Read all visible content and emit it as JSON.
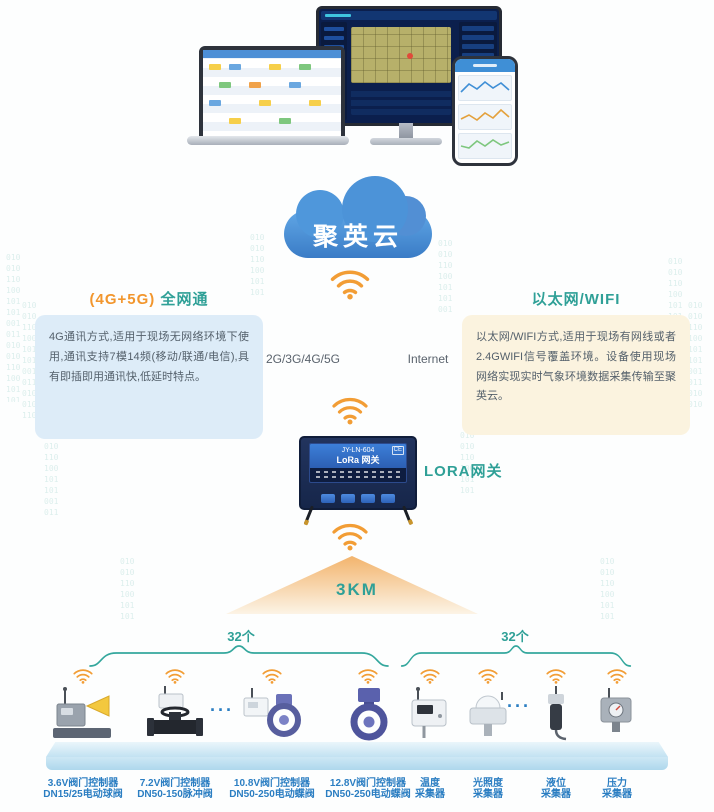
{
  "decor": {
    "binary": "0100101101001011010010110100101101001011010010110100101101001011",
    "accent_teal": "#2fa097",
    "accent_orange": "#f2962d",
    "cloud_blue": "#4a90d9",
    "label_blue": "#2b7ec2"
  },
  "cloud": {
    "label": "聚英云"
  },
  "left_panel": {
    "title_accent": "(4G+5G)",
    "title_main": " 全网通",
    "body": "4G通讯方式,适用于现场无网络环境下使用,通讯支持7模14频(移动/联通/电信),具有即插即用通讯快,低延时特点。"
  },
  "right_panel": {
    "title": "以太网/WIFI",
    "body": "以太网/WIFI方式,适用于现场有网线或者2.4GWIFI信号覆盖环境。设备使用现场网络实现实时气象环境数据采集传输至聚英云。"
  },
  "links": {
    "cellular": "2G/3G/4G/5G",
    "internet": "Internet"
  },
  "gateway": {
    "model": "JY-LN-604",
    "name": "LoRa 网关",
    "ce": "CE",
    "label": "LORA网关"
  },
  "coverage": {
    "distance": "3KM"
  },
  "groups": {
    "left": {
      "count": "32个",
      "ellipsis": "···"
    },
    "right": {
      "count": "32个",
      "ellipsis": "···"
    }
  },
  "devices": [
    {
      "line1": "3.6V阀门控制器",
      "line2": "DN15/25电动球阀"
    },
    {
      "line1": "7.2V阀门控制器",
      "line2": "DN50-150脉冲阀"
    },
    {
      "line1": "10.8V阀门控制器",
      "line2": "DN50-250电动蝶阀"
    },
    {
      "line1": "12.8V阀门控制器",
      "line2": "DN50-250电动蝶阀"
    },
    {
      "line1": "温度",
      "line2": "采集器"
    },
    {
      "line1": "光照度",
      "line2": "采集器"
    },
    {
      "line1": "液位",
      "line2": "采集器"
    },
    {
      "line1": "压力",
      "line2": "采集器"
    }
  ]
}
